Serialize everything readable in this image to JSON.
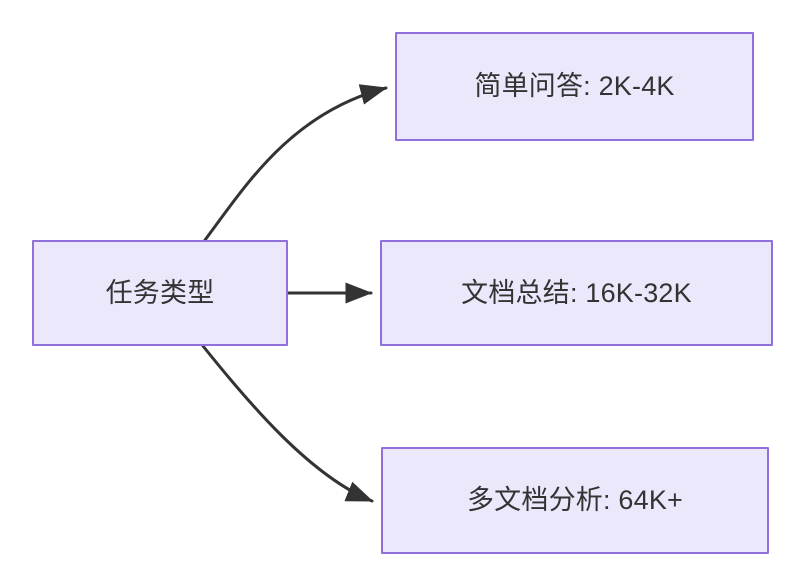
{
  "diagram": {
    "type": "flowchart",
    "direction": "left-to-right",
    "background_color": "#ffffff",
    "node_fill_color": "#ebe8fb",
    "node_border_color": "#9070dd",
    "node_text_color": "#333333",
    "edge_color": "#333333",
    "root": {
      "id": "node-root",
      "label": "任务类型"
    },
    "branches": [
      {
        "id": "node-task-1",
        "label": "简单问答: 2K-4K",
        "task": "简单问答",
        "context_length": "2K-4K",
        "edge_style": "curved"
      },
      {
        "id": "node-task-2",
        "label": "文档总结: 16K-32K",
        "task": "文档总结",
        "context_length": "16K-32K",
        "edge_style": "straight"
      },
      {
        "id": "node-task-3",
        "label": "多文档分析: 64K+",
        "task": "多文档分析",
        "context_length": "64K+",
        "edge_style": "curved"
      }
    ]
  }
}
